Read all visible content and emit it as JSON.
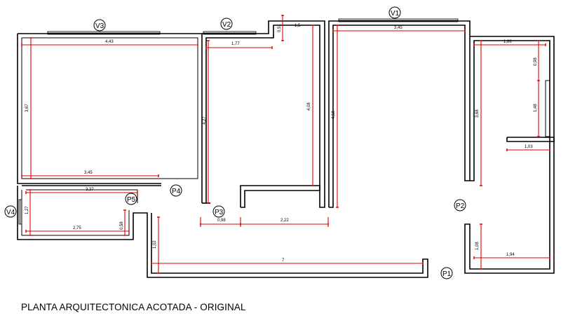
{
  "caption": "PLANTA ARQUITECTONICA ACOTADA - ORIGINAL",
  "colors": {
    "dimension_line": "#e00000",
    "wall": "#000000",
    "background": "#ffffff"
  },
  "openings": {
    "windows": [
      "V1",
      "V2",
      "V3",
      "V4"
    ],
    "doors": [
      "P1",
      "P2",
      "P3",
      "P4",
      "P5"
    ]
  },
  "dimensions": {
    "room_a_width": "4,43",
    "room_a_height": "3,67",
    "room_a_lower_width": "3,45",
    "room_b_width": "1,77",
    "room_b_height": "4,27",
    "notch_small": "0,51",
    "notch_top": "1,5",
    "room_c_height": "4,08",
    "room_c_bottom_left": "0,98",
    "room_c_bottom_right": "2,22",
    "room_d_width": "3,45",
    "room_d_height": "4,58",
    "room_e_width": "1,86",
    "room_e_small": "0,98",
    "room_e_height_a": "1,48",
    "room_e_height_total": "3,68",
    "room_e_partition": "1,03",
    "room_f_height": "1,08",
    "room_f_width": "1,94",
    "room_g_top_width": "3,37",
    "room_g_height": "1,27",
    "room_g_width": "2,75",
    "room_g_small": "0,58",
    "corridor_height": "1,02",
    "corridor_length": "7"
  }
}
